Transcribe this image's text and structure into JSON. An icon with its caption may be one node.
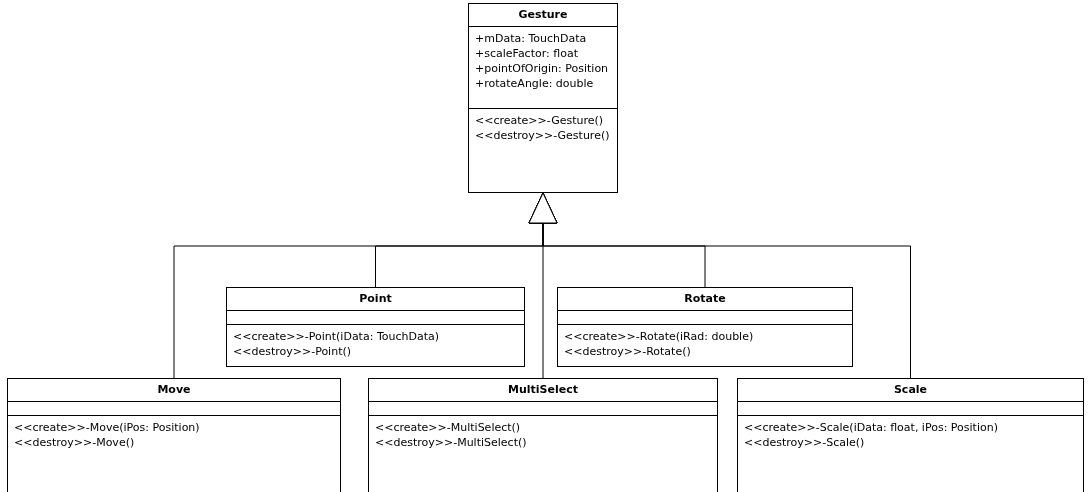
{
  "diagram": {
    "nodes": [
      {
        "text": [
          "Gesture",
          "+mData: TouchData",
          "+scaleFactor: float",
          "+pointOfOrigin: Position",
          "+rotateAngle: double",
          "<<create>>-Gesture()",
          "<<destroy>>-Gesture()"
        ]
      },
      {
        "text": [
          "Point",
          "<<create>>-Point(iData: TouchData)",
          "<<destroy>>-Point()"
        ]
      },
      {
        "text": [
          "Rotate",
          "<<create>>-Rotate(iRad: double)",
          "<<destroy>>-Rotate()"
        ]
      },
      {
        "text": [
          "Move",
          "<<create>>-Move(iPos: Position)",
          "<<destroy>>-Move()"
        ]
      },
      {
        "text": [
          "MultiSelect",
          "<<create>>-MultiSelect()",
          "<<destroy>>-MultiSelect()"
        ]
      },
      {
        "text": [
          "Scale",
          "<<create>>-Scale(iData: float, iPos: Position)",
          "<<destroy>>-Scale()"
        ]
      }
    ],
    "edges": [
      {
        "from": 3,
        "to": 0,
        "arrow": "to"
      },
      {
        "from": 1,
        "to": 0,
        "arrow": "to"
      },
      {
        "from": 4,
        "to": 0,
        "arrow": "to"
      },
      {
        "from": 2,
        "to": 0,
        "arrow": "to"
      },
      {
        "from": 5,
        "to": 0,
        "arrow": "to"
      }
    ]
  }
}
